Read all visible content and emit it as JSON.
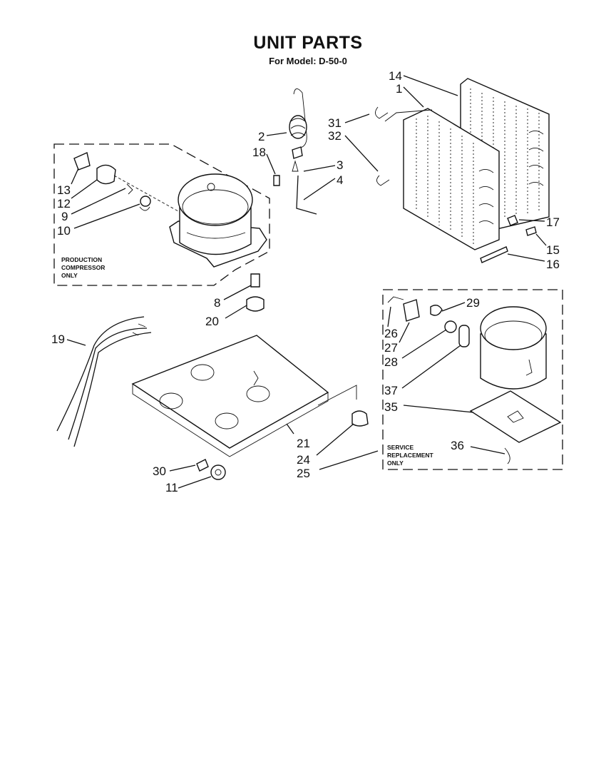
{
  "header": {
    "title": "UNIT PARTS",
    "subtitle": "For Model: D-50-0"
  },
  "notes": {
    "production": [
      "PRODUCTION",
      "COMPRESSOR",
      "ONLY"
    ],
    "service": [
      "SERVICE",
      "REPLACEMENT",
      "ONLY"
    ]
  },
  "callouts": [
    "14",
    "1",
    "31",
    "32",
    "2",
    "18",
    "3",
    "4",
    "13",
    "12",
    "9",
    "10",
    "17",
    "15",
    "16",
    "8",
    "20",
    "19",
    "29",
    "26",
    "27",
    "28",
    "37",
    "35",
    "36",
    "21",
    "24",
    "25",
    "30",
    "11"
  ]
}
